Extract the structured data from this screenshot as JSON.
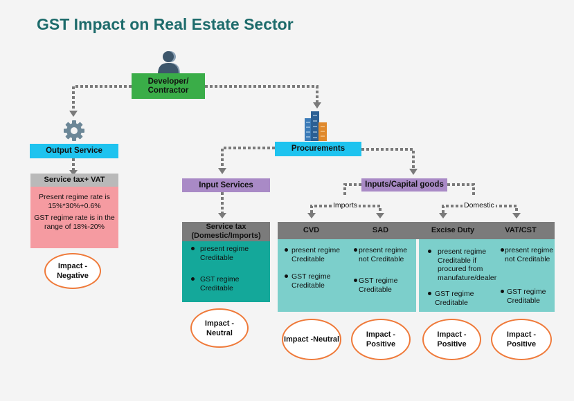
{
  "title": "GST Impact on Real Estate Sector",
  "developer": "Developer/ Contractor",
  "output_service": "Output Service",
  "procurements": "Procurements",
  "input_services": "Input Services",
  "inputs_capital": "Inputs/Capital goods",
  "imports_label": "Imports",
  "domestic_label": "Domestic",
  "output": {
    "header": "Service tax+ VAT",
    "present": "Present regime rate is 15%*30%+0.6%",
    "gst": "GST regime rate is in the range of 18%-20%",
    "impact": "Impact -Negative"
  },
  "input_svc": {
    "header": "Service tax (Domestic/Imports)",
    "b1": "present regime Creditable",
    "b2": "GST regime Creditable",
    "impact": "Impact -Neutral"
  },
  "cvd": {
    "header": "CVD",
    "b1": "present regime Creditable",
    "b2": "GST regime Creditable",
    "impact": "Impact -Neutral"
  },
  "sad": {
    "header": "SAD",
    "b1": "present regime not Creditable",
    "b2": "GST regime Creditable",
    "impact": "Impact -Positive"
  },
  "excise": {
    "header": "Excise Duty",
    "b1": "present regime Creditable if procured from manufature/dealer",
    "b2": "GST regime Creditable",
    "impact": "Impact -Positive"
  },
  "vat": {
    "header": "VAT/CST",
    "b1": "present regime not Creditable",
    "b2": "GST regime Creditable",
    "impact": "Impact -Positive"
  },
  "icons": [
    "person-icon",
    "gear-icon",
    "buildings-icon"
  ],
  "colors": {
    "title": "#1d6b6b",
    "green": "#3aad48",
    "cyan": "#1ec3ef",
    "purple": "#a98ac6",
    "pink": "#f59ba1",
    "teal": "#14a89a",
    "light_teal": "#7ccfcb",
    "oval": "#ef7a3a"
  }
}
